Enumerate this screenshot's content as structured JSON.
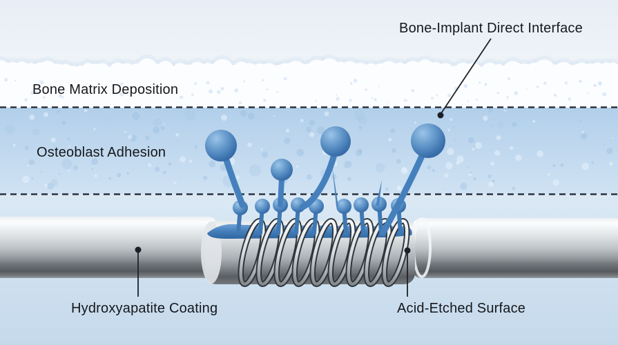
{
  "diagram": {
    "annotations": {
      "interface": {
        "label": "Bone-Implant Direct Interface"
      },
      "bone_matrix": {
        "label": "Bone Matrix Deposition"
      },
      "osteoblast": {
        "label": "Osteoblast Adhesion"
      },
      "hydroxyapatite": {
        "label": "Hydroxyapatite Coating"
      },
      "acid_etched": {
        "label": "Acid-Etched Surface"
      }
    },
    "colors": {
      "label_text": "#15171a",
      "leader_line": "#1d2127",
      "dashed_boundary": "#2a323d",
      "cell_blue": "#4e8ac4",
      "cell_blue_light": "#9cc4e8",
      "cell_blue_dark": "#2d5f97",
      "coating_blue": "#447eba",
      "osteoblast_band": "#bcd6ee",
      "matrix_band": "#fcfdff",
      "background_top": "#e8eef5",
      "background_bottom": "#c5d9ec",
      "metal_highlight": "#fbfdfe",
      "metal_shadow": "#565a5f"
    }
  }
}
